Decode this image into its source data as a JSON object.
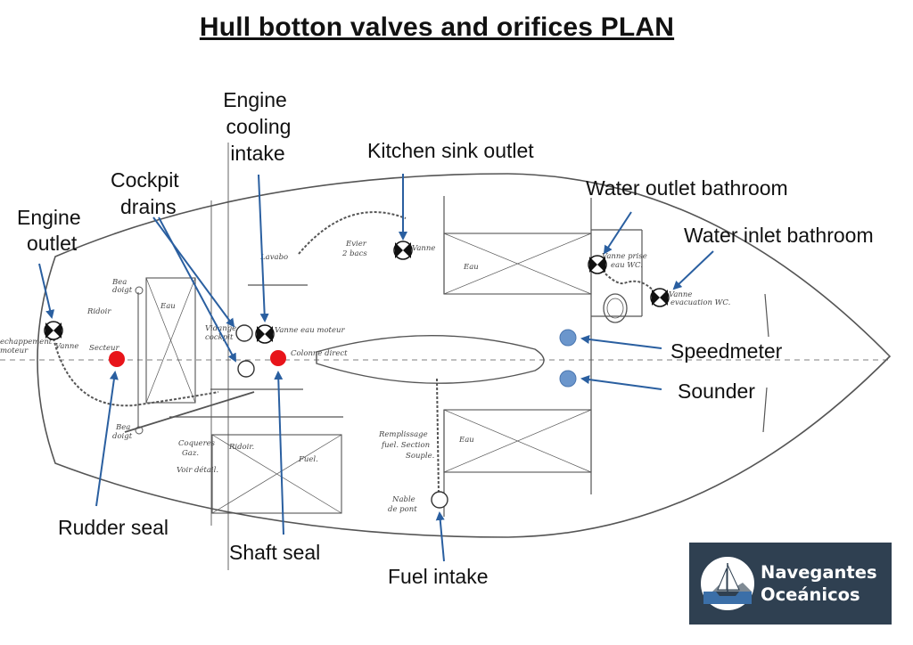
{
  "title": "Hull botton valves and orifices PLAN",
  "callouts": {
    "engine_cooling_intake": [
      "Engine",
      "cooling",
      "intake"
    ],
    "kitchen_sink_outlet": "Kitchen sink outlet",
    "cockpit_drains": [
      "Cockpit",
      "drains"
    ],
    "engine_outlet": [
      "Engine",
      "outlet"
    ],
    "water_outlet_bathroom": "Water outlet bathroom",
    "water_inlet_bathroom": "Water inlet bathroom",
    "speedmeter": "Speedmeter",
    "sounder": "Sounder",
    "rudder_seal": "Rudder seal",
    "shaft_seal": "Shaft seal",
    "fuel_intake": "Fuel intake"
  },
  "plan_notes": {
    "evier": "Evier",
    "deux_bacs": "2 bacs",
    "vanne_evier": "Vanne",
    "lavabo": "Lavabo",
    "eau_front": "Eau",
    "eau_left": "Eau",
    "eau_lower": "Eau",
    "vanne_prise_wc": "Vanne prise",
    "eau_wc": "eau WC.",
    "vanne_evacuation_wc": "Vanne",
    "evacuation_wc": "evacuation WC.",
    "vanne_eau_moteur": "Vanne eau moteur",
    "colonne_direct": "Colonne direct",
    "echappement": "echappement",
    "moteur": "moteur",
    "vanne_echappement": "Vanne",
    "ridoir_left": "Ridoir",
    "bea_doigt_top": "Bea",
    "doigt_top": "doigt",
    "bea_doigt_bottom": "Bea",
    "doigt_bottom": "doigt",
    "secteur": "Secteur",
    "vidange": "Vidange",
    "cockpit": "cockpit",
    "coqueres": "Coqueres",
    "gaz": "Gaz.",
    "voir_detail": "Voir détail.",
    "ridoir_center": "Ridoir.",
    "fuel": "Fuel.",
    "remplissage": "Remplissage",
    "fuel_section": "fuel. Section",
    "souple": "Souple.",
    "nable": "Nable",
    "de_pont": "de pont"
  },
  "logo": {
    "line1": "Navegantes",
    "line2": "Oceánicos"
  },
  "colors": {
    "arrow": "#2a5fa0",
    "seal": "#e8141a",
    "sensor": "#6b96cc",
    "logo_bg": "#2f4051"
  }
}
